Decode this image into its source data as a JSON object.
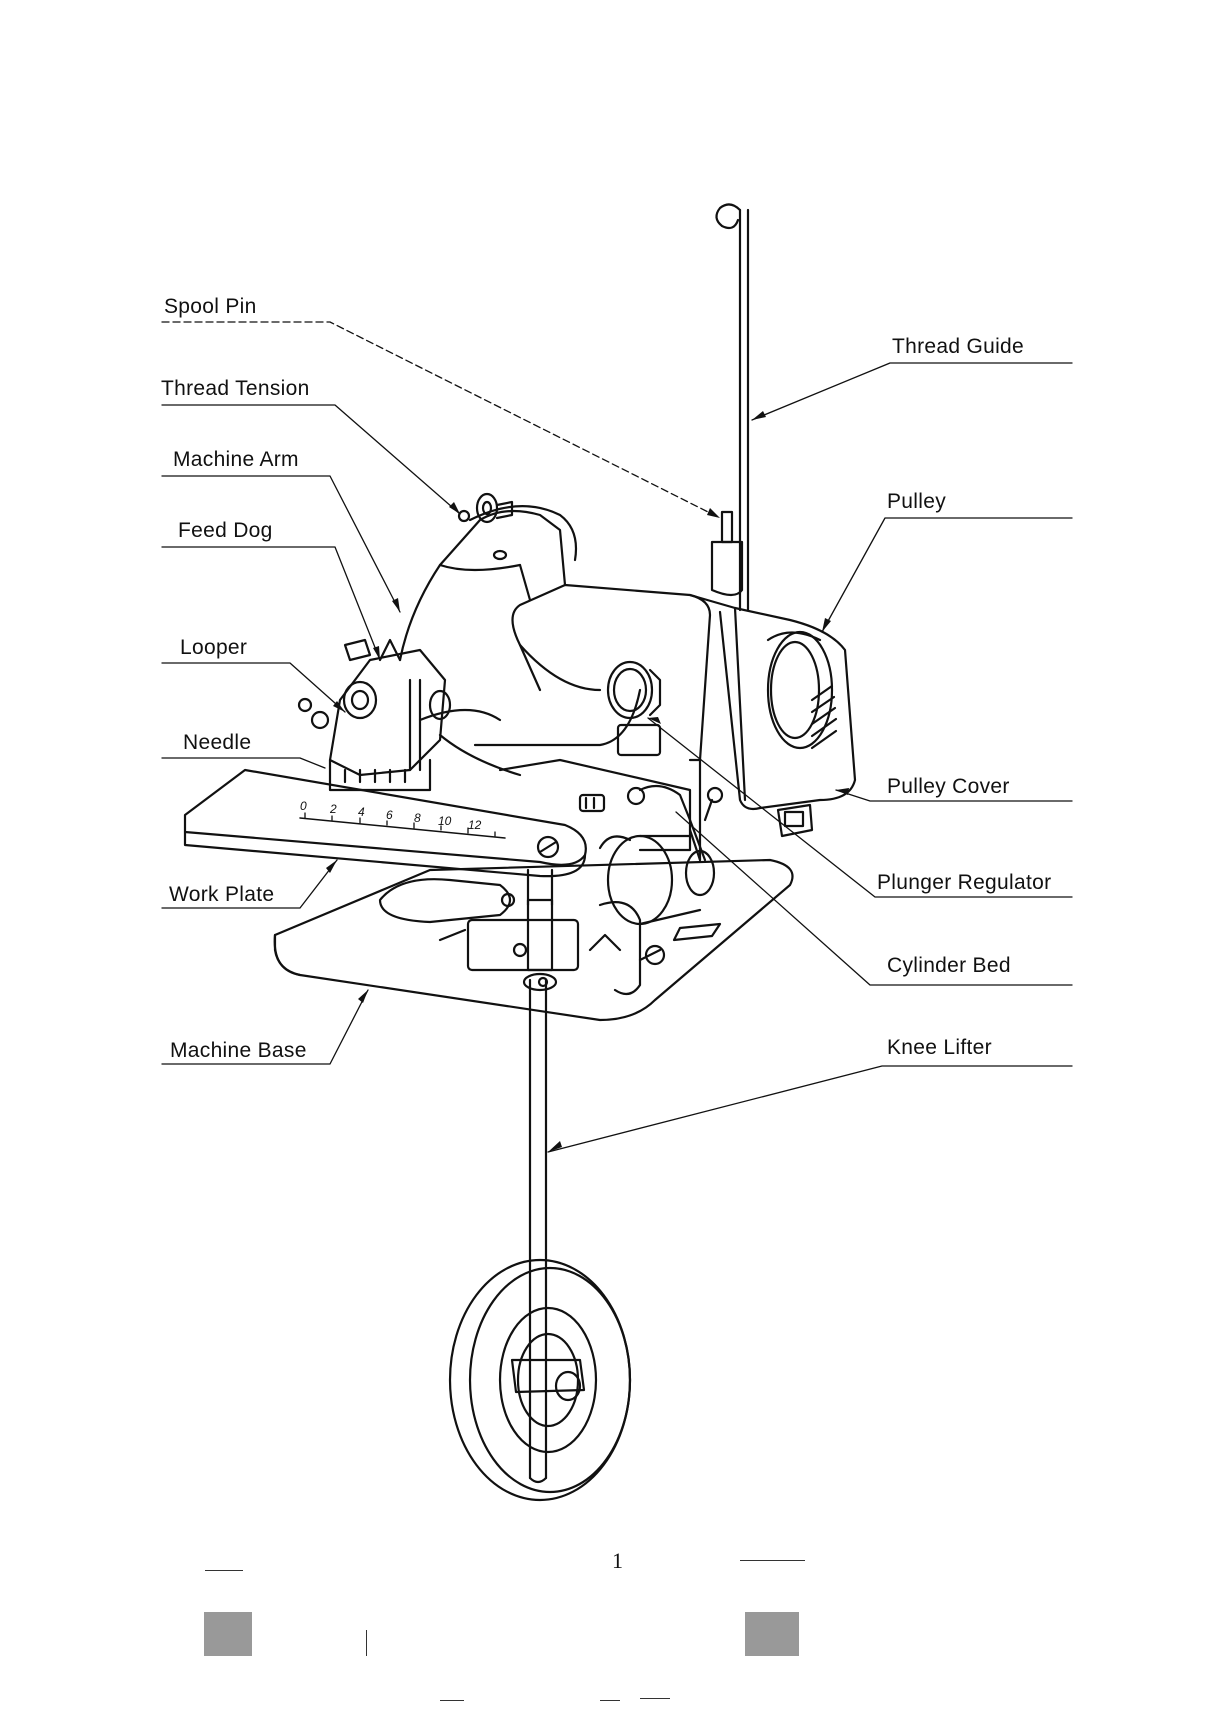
{
  "labels": {
    "spool_pin": "Spool Pin",
    "thread_tension": "Thread Tension",
    "machine_arm": "Machine Arm",
    "feed_dog": "Feed Dog",
    "looper": "Looper",
    "needle": "Needle",
    "work_plate": "Work Plate",
    "machine_base": "Machine Base",
    "thread_guide": "Thread Guide",
    "pulley": "Pulley",
    "pulley_cover": "Pulley Cover",
    "plunger_regulator": "Plunger Regulator",
    "cylinder_bed": "Cylinder Bed",
    "knee_lifter": "Knee Lifter"
  },
  "scale_ticks": [
    "0",
    "2",
    "4",
    "6",
    "8",
    "10",
    "12"
  ],
  "page_number": "1"
}
